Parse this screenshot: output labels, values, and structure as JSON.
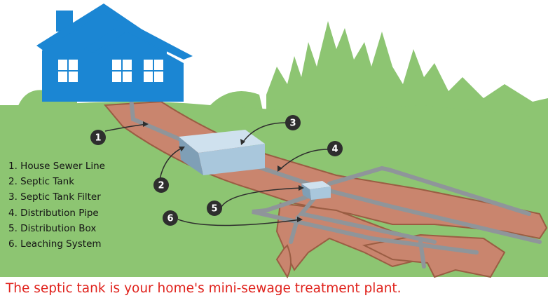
{
  "legend": {
    "items": [
      "1. House Sewer Line",
      "2. Septic Tank",
      "3. Septic Tank Filter",
      "4. Distribution Pipe",
      "5. Distribution Box",
      "6. Leaching System"
    ]
  },
  "callouts": [
    "1",
    "2",
    "3",
    "4",
    "5",
    "6"
  ],
  "caption": "The septic tank is your home's mini-sewage treatment plant.",
  "colors": {
    "grass": "#8dc572",
    "house": "#1b86d3",
    "trench": "#c9856e",
    "trench_edge": "#9a5d43",
    "pipe": "#8f959a",
    "tank": "#a9c7dc",
    "callout": "#2e2e2e",
    "caption": "#e0221c"
  }
}
